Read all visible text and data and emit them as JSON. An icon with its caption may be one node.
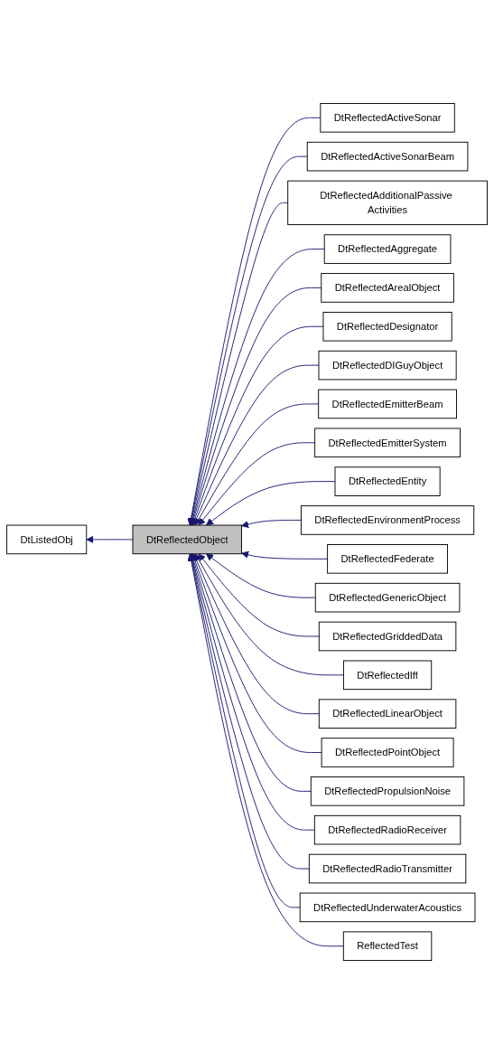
{
  "diagram": {
    "nodes": [
      {
        "text": [
          "DtListedObj"
        ]
      },
      {
        "text": [
          "DtReflectedObject"
        ]
      },
      {
        "text": [
          "DtReflectedActiveSonar"
        ]
      },
      {
        "text": [
          "DtReflectedActiveSonarBeam"
        ]
      },
      {
        "text": [
          "DtReflectedAdditionalPassive Activities"
        ]
      },
      {
        "text": [
          "DtReflectedAggregate"
        ]
      },
      {
        "text": [
          "DtReflectedArealObject"
        ]
      },
      {
        "text": [
          "DtReflectedDesignator"
        ]
      },
      {
        "text": [
          "DtReflectedDIGuyObject"
        ]
      },
      {
        "text": [
          "DtReflectedEmitterBeam"
        ]
      },
      {
        "text": [
          "DtReflectedEmitterSystem"
        ]
      },
      {
        "text": [
          "DtReflectedEntity"
        ]
      },
      {
        "text": [
          "DtReflectedEnvironmentProcess"
        ]
      },
      {
        "text": [
          "DtReflectedFederate"
        ]
      },
      {
        "text": [
          "DtReflectedGenericObject"
        ]
      },
      {
        "text": [
          "DtReflectedGriddedData"
        ]
      },
      {
        "text": [
          "DtReflectedIff"
        ]
      },
      {
        "text": [
          "DtReflectedLinearObject"
        ]
      },
      {
        "text": [
          "DtReflectedPointObject"
        ]
      },
      {
        "text": [
          "DtReflectedPropulsionNoise"
        ]
      },
      {
        "text": [
          "DtReflectedRadioReceiver"
        ]
      },
      {
        "text": [
          "DtReflectedRadioTransmitter"
        ]
      },
      {
        "text": [
          "DtReflectedUnderwaterAcoustics"
        ]
      },
      {
        "text": [
          "ReflectedTest"
        ]
      }
    ],
    "edges": [
      {
        "from": 1,
        "to": 0,
        "arrow": "to"
      },
      {
        "from": 2,
        "to": 1,
        "arrow": "to"
      },
      {
        "from": 3,
        "to": 1,
        "arrow": "to"
      },
      {
        "from": 4,
        "to": 1,
        "arrow": "to"
      },
      {
        "from": 5,
        "to": 1,
        "arrow": "to"
      },
      {
        "from": 6,
        "to": 1,
        "arrow": "to"
      },
      {
        "from": 7,
        "to": 1,
        "arrow": "to"
      },
      {
        "from": 8,
        "to": 1,
        "arrow": "to"
      },
      {
        "from": 9,
        "to": 1,
        "arrow": "to"
      },
      {
        "from": 10,
        "to": 1,
        "arrow": "to"
      },
      {
        "from": 11,
        "to": 1,
        "arrow": "to"
      },
      {
        "from": 12,
        "to": 1,
        "arrow": "to"
      },
      {
        "from": 13,
        "to": 1,
        "arrow": "to"
      },
      {
        "from": 14,
        "to": 1,
        "arrow": "to"
      },
      {
        "from": 15,
        "to": 1,
        "arrow": "to"
      },
      {
        "from": 16,
        "to": 1,
        "arrow": "to"
      },
      {
        "from": 17,
        "to": 1,
        "arrow": "to"
      },
      {
        "from": 18,
        "to": 1,
        "arrow": "to"
      },
      {
        "from": 19,
        "to": 1,
        "arrow": "to"
      },
      {
        "from": 20,
        "to": 1,
        "arrow": "to"
      },
      {
        "from": 21,
        "to": 1,
        "arrow": "to"
      },
      {
        "from": 22,
        "to": 1,
        "arrow": "to"
      },
      {
        "from": 23,
        "to": 1,
        "arrow": "to"
      }
    ]
  }
}
